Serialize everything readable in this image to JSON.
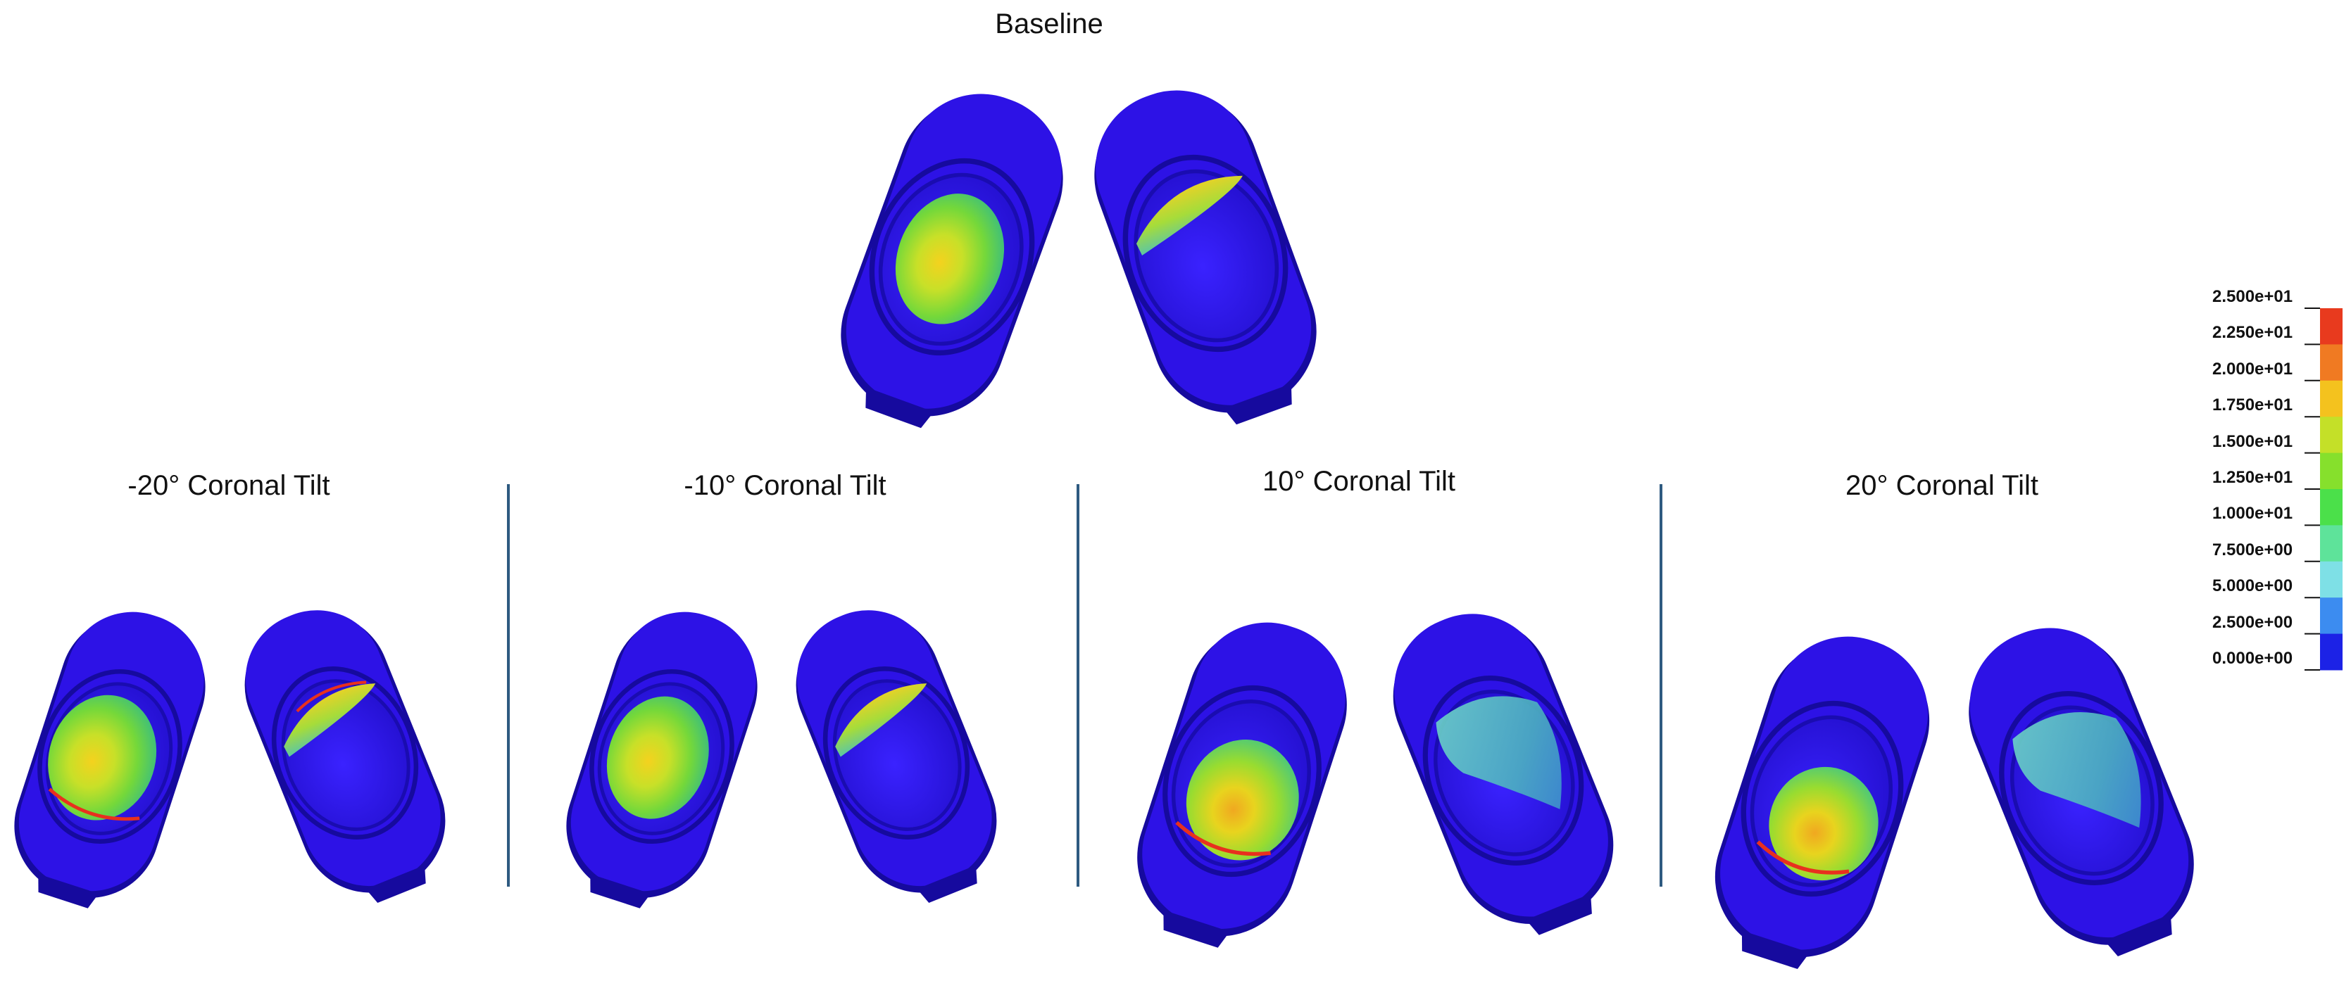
{
  "titles": {
    "baseline": "Baseline",
    "minus20": "-20° Coronal Tilt",
    "minus10": "-10° Coronal Tilt",
    "plus10": "10° Coronal Tilt",
    "plus20": "20° Coronal Tilt"
  },
  "colorbar": {
    "labels": [
      "2.500e+01",
      "2.250e+01",
      "2.000e+01",
      "1.750e+01",
      "1.500e+01",
      "1.250e+01",
      "1.000e+01",
      "7.500e+00",
      "5.000e+00",
      "2.500e+00",
      "0.000e+00"
    ],
    "colors": [
      "#e83a1e",
      "#f07a22",
      "#f4c21e",
      "#c4e028",
      "#86e02c",
      "#4be04a",
      "#5ee39a",
      "#7ee0e6",
      "#3c8cf0",
      "#1c22e6"
    ]
  },
  "colors": {
    "implant": "#2d12e6",
    "implant_edge": "#160a9e",
    "divider": "#2e5a80"
  }
}
